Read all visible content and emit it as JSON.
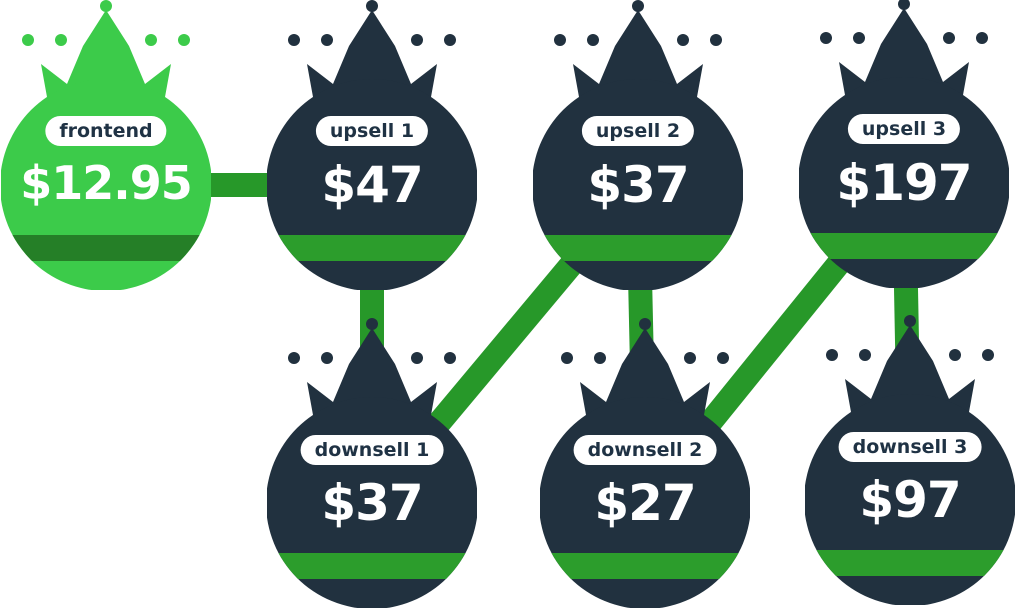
{
  "colors": {
    "navy": "#21313f",
    "accent_green": "#3ccb4a",
    "band_green": "#2c9d2c",
    "band_green_dark": "#257f27",
    "link_green": "#279829",
    "label_bg": "#ffffff"
  },
  "nodes": {
    "frontend": {
      "label": "frontend",
      "price": "$12.95"
    },
    "upsell1": {
      "label": "upsell 1",
      "price": "$47"
    },
    "upsell2": {
      "label": "upsell 2",
      "price": "$37"
    },
    "upsell3": {
      "label": "upsell 3",
      "price": "$197"
    },
    "downsell1": {
      "label": "downsell 1",
      "price": "$37"
    },
    "downsell2": {
      "label": "downsell 2",
      "price": "$27"
    },
    "downsell3": {
      "label": "downsell 3",
      "price": "$97"
    }
  },
  "connections": [
    [
      "frontend",
      "upsell1"
    ],
    [
      "upsell1",
      "downsell1"
    ],
    [
      "downsell1",
      "upsell2"
    ],
    [
      "upsell2",
      "downsell2"
    ],
    [
      "downsell2",
      "upsell3"
    ],
    [
      "upsell3",
      "downsell3"
    ]
  ]
}
